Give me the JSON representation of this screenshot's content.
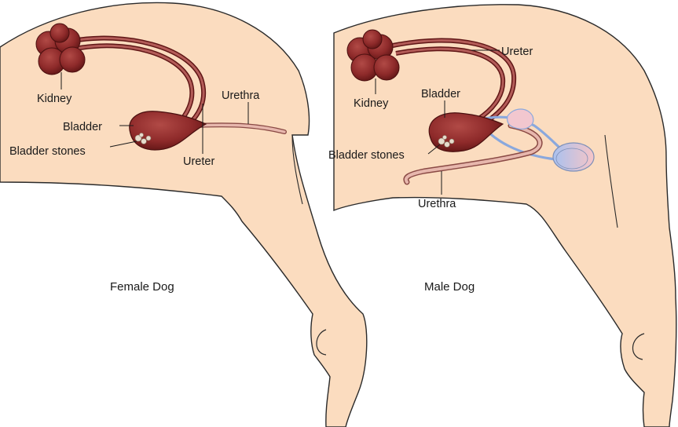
{
  "colors": {
    "body_fill": "#fbdcbf",
    "body_stroke": "#2a2a2a",
    "organ_fill": "#8e2a2a",
    "organ_dark": "#5f1515",
    "tube_fill": "#b35c58",
    "urethra_fill": "#e7b7ad",
    "vessel_blue": "#8aa8dd",
    "prostate_fill": "#f2c7cf",
    "stone_fill": "#e6dccd",
    "label_color": "#1a1a1a"
  },
  "female": {
    "caption": "Female Dog",
    "labels": {
      "kidney": "Kidney",
      "bladder": "Bladder",
      "bladder_stones": "Bladder stones",
      "ureter": "Ureter",
      "urethra": "Urethra"
    }
  },
  "male": {
    "caption": "Male Dog",
    "labels": {
      "kidney": "Kidney",
      "bladder": "Bladder",
      "bladder_stones": "Bladder stones",
      "ureter": "Ureter",
      "urethra": "Urethra"
    }
  }
}
